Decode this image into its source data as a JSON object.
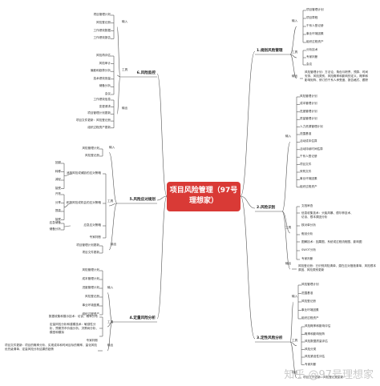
{
  "central": {
    "line1": "项目风险管理（97号",
    "line2": "理想家）"
  },
  "watermark": "知乎 @97号理想家",
  "branches": [
    {
      "id": "b1",
      "title": "1.规划风险管理"
    },
    {
      "id": "b2",
      "title": "2.风险识别"
    },
    {
      "id": "b3",
      "title": "3.定性风险分析"
    },
    {
      "id": "b4",
      "title": "4.定量风险分析"
    },
    {
      "id": "b5",
      "title": "5.风险应对规划"
    },
    {
      "id": "b6",
      "title": "6.风险监控"
    }
  ],
  "sublabels": {
    "input": "输入",
    "tools": "工具",
    "output": "输出"
  },
  "b1": {
    "inputs": [
      "项目管理计划",
      "项目章程",
      "干系人登记册",
      "事业环境因素",
      "组织过程资产"
    ],
    "tools": [
      "分析技术",
      "专家判断",
      "会议"
    ],
    "outputs": [
      "风险管理计划：方法论、角色与职责、预算、时间安排、风险类别、风险概率和影响的定义、概率和影响矩阵、修订的干系人承受度、报告格式、跟踪"
    ]
  },
  "b2": {
    "inputs": [
      "风险管理计划",
      "成本管理计划",
      "进度管理计划",
      "质量管理计划",
      "人力资源管理计划",
      "范围基准",
      "活动成本估算",
      "活动持续时间估算",
      "干系人登记册",
      "项目文件",
      "采购文件",
      "事业环境因素",
      "组织过程资产"
    ],
    "tools": [
      "文档审查",
      "信息收集技术：头脑风暴、德尔菲技术、访谈、根本原因分析",
      "核对单分析",
      "假设分析",
      "图解技术：因果图、系统或过程流程图、影响图",
      "SWOT分析",
      "专家判断"
    ],
    "outputs": [
      "风险登记册：已识别风险清单、潜在应对措施清单、风险根本原因、风险类别更新"
    ]
  },
  "b3": {
    "inputs": [
      "风险管理计划",
      "范围基准",
      "风险登记册",
      "事业环境因素",
      "组织过程资产"
    ],
    "tools": [
      "风险概率和影响评估",
      "概率和影响矩阵",
      "风险数据质量评估",
      "风险分类",
      "风险紧迫性评估",
      "专家判断"
    ],
    "outputs": [
      "项目文件更新：风险登记册更新"
    ]
  },
  "b4": {
    "inputs": [
      "风险管理计划",
      "成本管理计划",
      "进度管理计划",
      "风险登记册",
      "事业环境因素",
      "组织过程资产"
    ],
    "tools": [
      "数据收集和展示技术：访谈、概率分布",
      "定量风险分析和建模技术：敏感性分析、预期货币价值分析、决策树分析、模型和模拟",
      "专家判断"
    ],
    "outputs": [
      "项目文件更新：项目的概率分析、实现成本和时间目标的概率、量化风险优先级清单、定量风险分析结果的趋势"
    ]
  },
  "b5": {
    "inputs": [
      "风险管理计划",
      "风险登记册"
    ],
    "tools": [
      "消极风险或威胁的应对策略",
      "积极风险或机会的应对策略",
      "应急应对策略",
      "专家判断"
    ],
    "threats": [
      "回避",
      "转移",
      "减轻",
      "接受"
    ],
    "opps": [
      "开拓",
      "分享",
      "提高",
      "接受"
    ],
    "contingency": [
      "应急储备",
      "储备分析"
    ],
    "outputs": [
      "项目管理计划更新",
      "项目文件更新"
    ]
  },
  "b6": {
    "inputs": [
      "项目管理计划",
      "风险登记册",
      "工作绩效数据",
      "工作绩效报告"
    ],
    "tools": [
      "风险再评估",
      "风险审计",
      "偏差和趋势分析",
      "技术绩效测量",
      "储备分析",
      "会议"
    ],
    "outputs": [
      "工作绩效信息",
      "变更请求",
      "项目管理计划更新",
      "项目文件更新：风险登记册",
      "组织过程资产更新"
    ]
  }
}
